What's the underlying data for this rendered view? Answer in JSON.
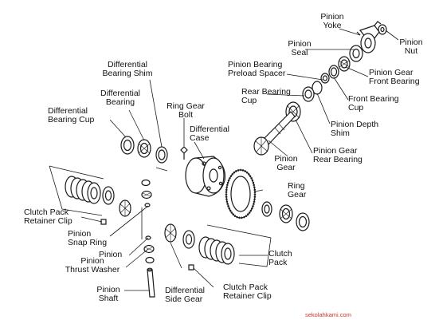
{
  "labels": {
    "pinion_yoke": "Pinion\nYoke",
    "pinion_nut": "Pinion\nNut",
    "pinion_seal": "Pinion\nSeal",
    "pinion_gear_front_bearing": "Pinion Gear\nFront Bearing",
    "pinion_bearing_preload_spacer": "Pinion Bearing\nPreload Spacer",
    "front_bearing_cup": "Front Bearing\nCup",
    "rear_bearing_cup": "Rear Bearing\nCup",
    "pinion_depth_shim": "Pinion Depth\nShim",
    "pinion_gear_rear_bearing": "Pinion Gear\nRear Bearing",
    "pinion_gear": "Pinion\nGear",
    "differential_bearing_shim": "Differential\nBearing Shim",
    "differential_bearing": "Differential\nBearing",
    "ring_gear_bolt": "Ring Gear\nBolt",
    "differential_bearing_cup": "Differential\nBearing Cup",
    "differential_case": "Differential\nCase",
    "ring_gear": "Ring\nGear",
    "clutch_pack_retainer_clip_left": "Clutch Pack\nRetainer Clip",
    "pinion_snap_ring": "Pinion\nSnap Ring",
    "pinion": "Pinion",
    "pinion_thrust_washer": "Pinion\nThrust Washer",
    "pinion_shaft": "Pinion\nShaft",
    "differential_side_gear": "Differential\nSide Gear",
    "clutch_pack_retainer_clip_bottom": "Clutch Pack\nRetainer Clip",
    "clutch_pack": "Clutch\nPack"
  },
  "watermark": "sekolahkami.com",
  "colors": {
    "line": "#1a1a1a",
    "watermark": "#d0342c"
  }
}
